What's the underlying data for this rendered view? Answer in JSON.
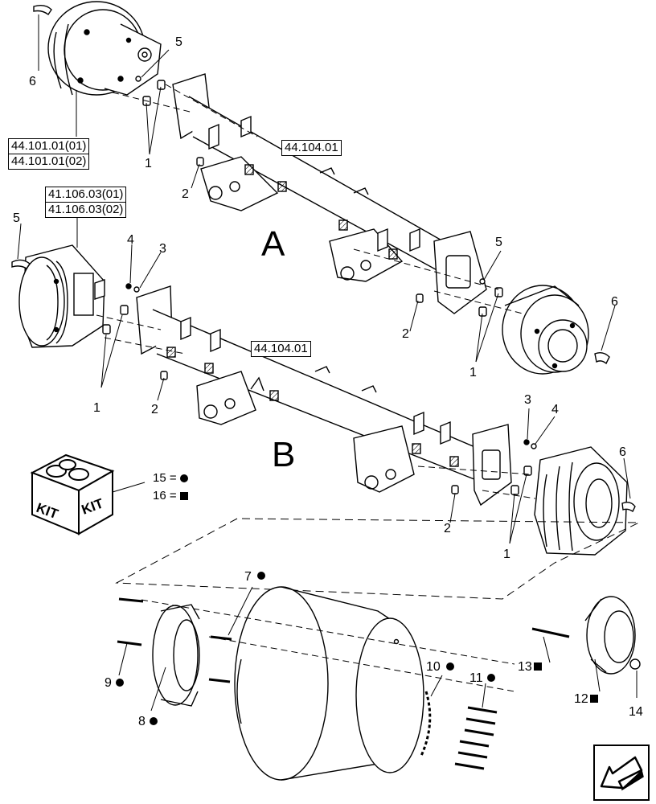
{
  "callouts": {
    "c1a": "1",
    "c1b": "1",
    "c1c": "1",
    "c1d": "1",
    "c2a": "2",
    "c2b": "2",
    "c2c": "2",
    "c2d": "2",
    "c3a": "3",
    "c3b": "3",
    "c4a": "4",
    "c4b": "4",
    "c5a": "5",
    "c5b": "5",
    "c5c": "5",
    "c6a": "6",
    "c6b": "6",
    "c6c": "6",
    "c7": "7",
    "c8": "8",
    "c9": "9",
    "c10": "10",
    "c11": "11",
    "c12": "12",
    "c13": "13",
    "c14": "14"
  },
  "assemblies": {
    "a": "A",
    "b": "B"
  },
  "references": {
    "r1": "44.101.01(01)",
    "r2": "44.101.01(02)",
    "r3": "41.106.03(01)",
    "r4": "41.106.03(02)",
    "r5": "44.104.01",
    "r6": "44.104.01"
  },
  "kit": {
    "label_left": "KIT",
    "label_right": "KIT",
    "legend_15": "15 =",
    "legend_16": "16 ="
  },
  "nav": {
    "icon": "arrow-left-down-icon"
  }
}
